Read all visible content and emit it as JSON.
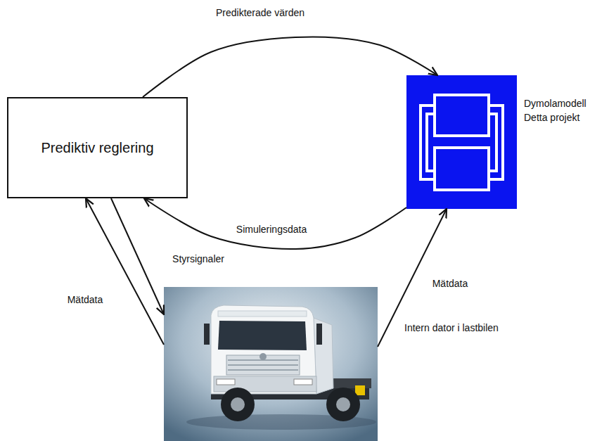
{
  "diagram": {
    "nodes": [
      {
        "text": [
          "Prediktiv reglering"
        ]
      },
      {
        "text": [
          "Dymolamodell Detta projekt"
        ]
      },
      {
        "text": [
          "Intern dator i lastbilen"
        ]
      }
    ],
    "edges": [
      {
        "from": 0,
        "to": 1,
        "label": "Predikterade värden",
        "arrow": "to"
      },
      {
        "from": 1,
        "to": 0,
        "label": "Simuleringsdata",
        "arrow": "to"
      },
      {
        "from": 0,
        "to": 2,
        "label": "Styrsignaler",
        "arrow": "to"
      },
      {
        "from": 2,
        "to": 0,
        "label": "Mätdata",
        "arrow": "to"
      },
      {
        "from": 2,
        "to": 1,
        "label": "Mätdata",
        "arrow": "to"
      }
    ]
  }
}
